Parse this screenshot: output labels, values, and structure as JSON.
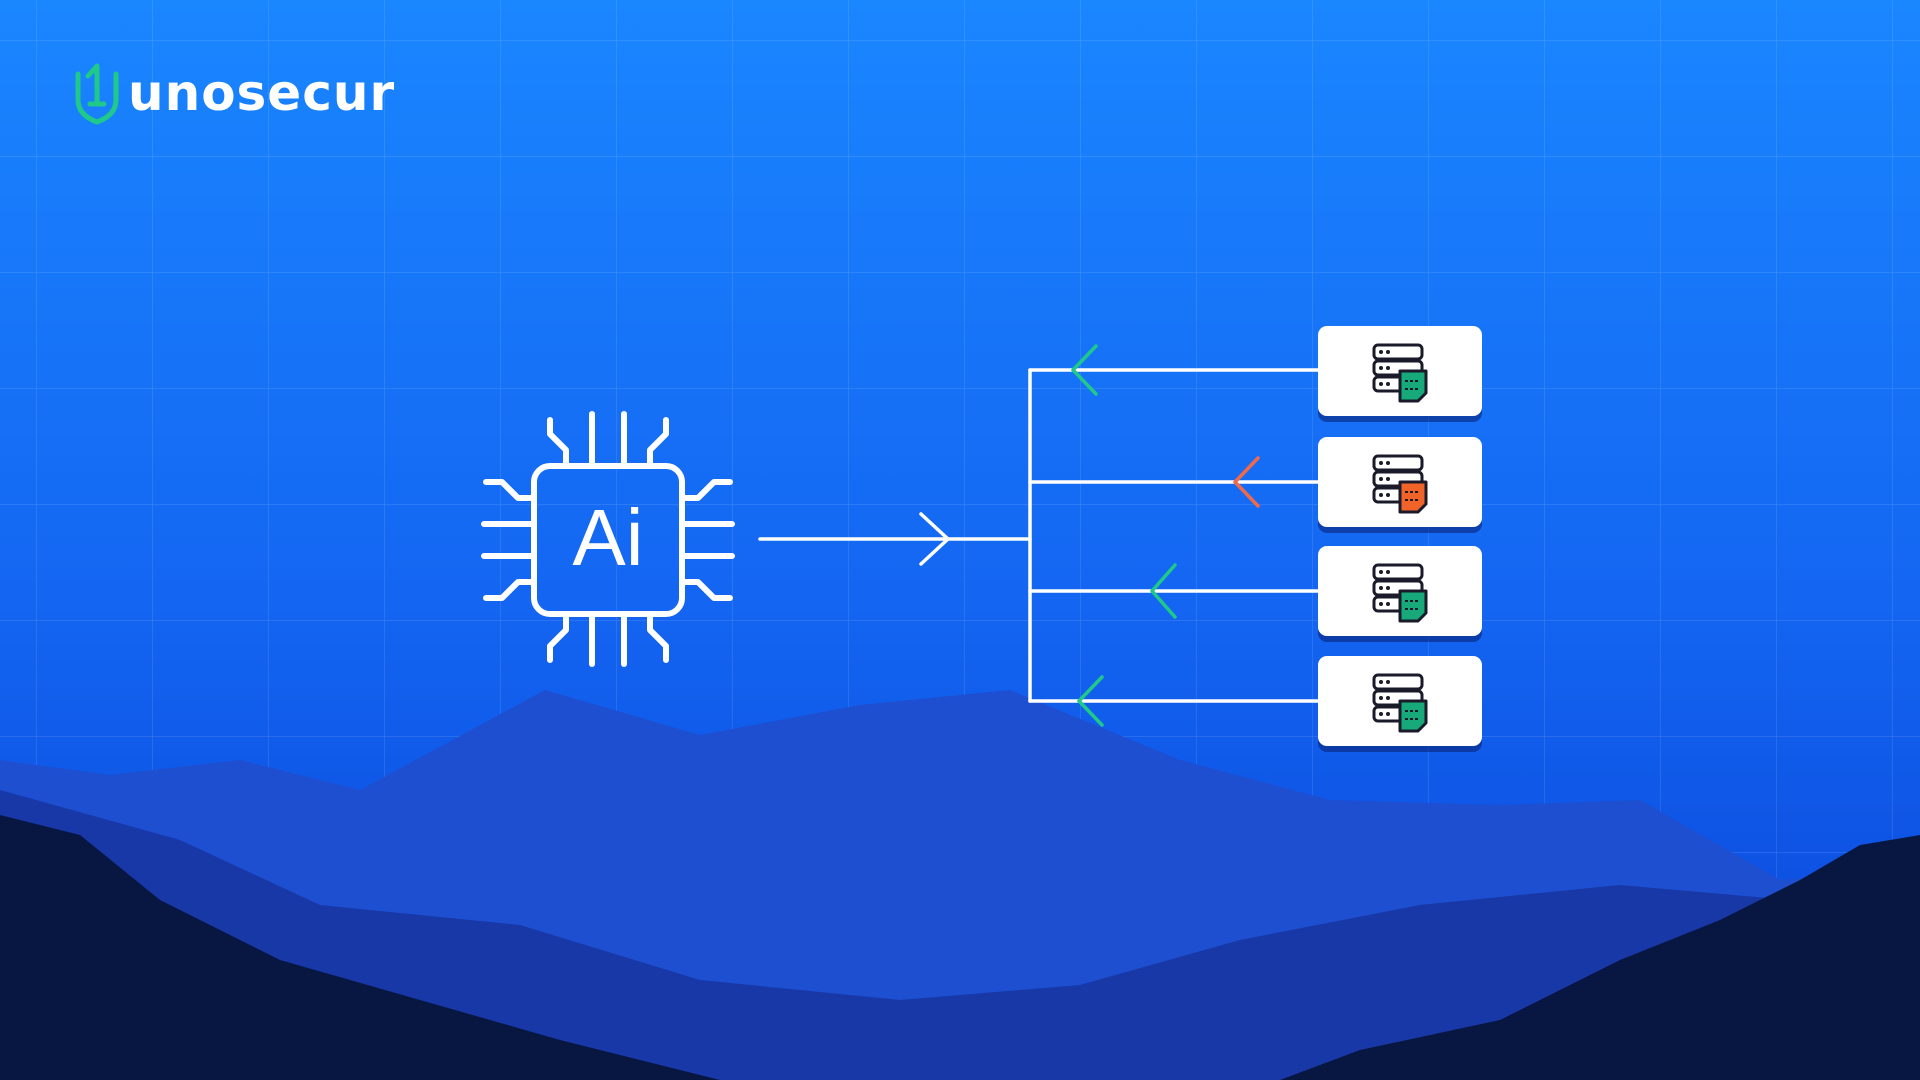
{
  "brand": {
    "name": "unosecur",
    "logo_icon": "shield-1-icon",
    "logo_color": "#1fc98a"
  },
  "diagram": {
    "ai_chip": {
      "label": "Ai",
      "icon": "ai-chip-icon"
    },
    "servers": [
      {
        "icon": "server-document-icon",
        "badge_color": "#17a97a",
        "status": "ok"
      },
      {
        "icon": "server-document-icon",
        "badge_color": "#f06429",
        "status": "blocked"
      },
      {
        "icon": "server-document-icon",
        "badge_color": "#17a97a",
        "status": "ok"
      },
      {
        "icon": "server-document-icon",
        "badge_color": "#17a97a",
        "status": "ok"
      }
    ],
    "colors": {
      "line": "#ffffff",
      "arrow_ok": "#1fc98a",
      "arrow_blocked": "#f06a4a",
      "sky_top": "#1a82ff",
      "sky_bottom": "#0d4fe0"
    }
  }
}
